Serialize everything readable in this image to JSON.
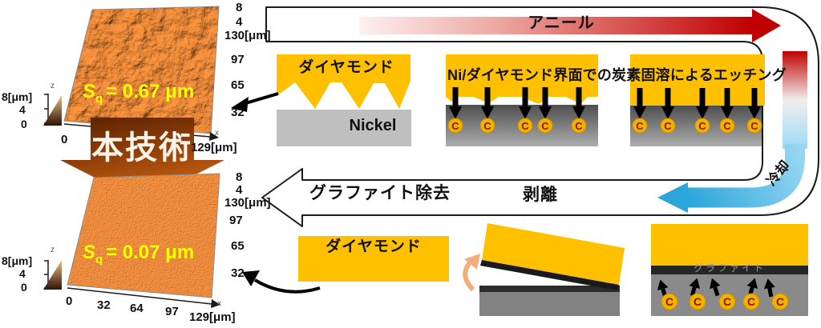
{
  "flow": {
    "anneal": "アニール",
    "cool": "冷却",
    "graphite_removal": "グラファイト除去",
    "peel": "剥離"
  },
  "tech_arrow_label": "本技術",
  "etching_caption": "Ni/ダイヤモンド界面での炭素固溶によるエッチング",
  "carbon": "C",
  "stage1": {
    "diamond": "ダイヤモンド",
    "nickel": "Nickel"
  },
  "stage4": {
    "diamond": "ダイヤモンド"
  },
  "stage6": {
    "graphite": "グラファイト"
  },
  "afm_top": {
    "sq_prefix": "S",
    "sq_sub": "q",
    "sq_value": "= 0.67 μm",
    "z_unit_ticks": [
      "8[μm]",
      "4",
      "0"
    ],
    "right_ticks": [
      "8",
      "4",
      "130[μm]",
      "97",
      "65",
      "32"
    ],
    "bottom_ticks": [
      "0",
      "129[μm]"
    ],
    "x_label": "x",
    "z_label": "z"
  },
  "afm_bottom": {
    "sq_prefix": "S",
    "sq_sub": "q",
    "sq_value": "= 0.07 μm",
    "z_unit_ticks": [
      "8[μm]",
      "4",
      "0"
    ],
    "right_ticks": [
      "8",
      "4",
      "130[μm]",
      "97",
      "65",
      "32"
    ],
    "bottom_ticks": [
      "0",
      "32",
      "64",
      "97",
      "129[μm]"
    ],
    "x_label": "x",
    "z_label": "z"
  },
  "colors": {
    "yellow": "#FFC000",
    "red": "#C00000",
    "blue": "#33ADE0",
    "nickel_gray": "#BFBFBF",
    "tech_brown": "#5E2600"
  }
}
